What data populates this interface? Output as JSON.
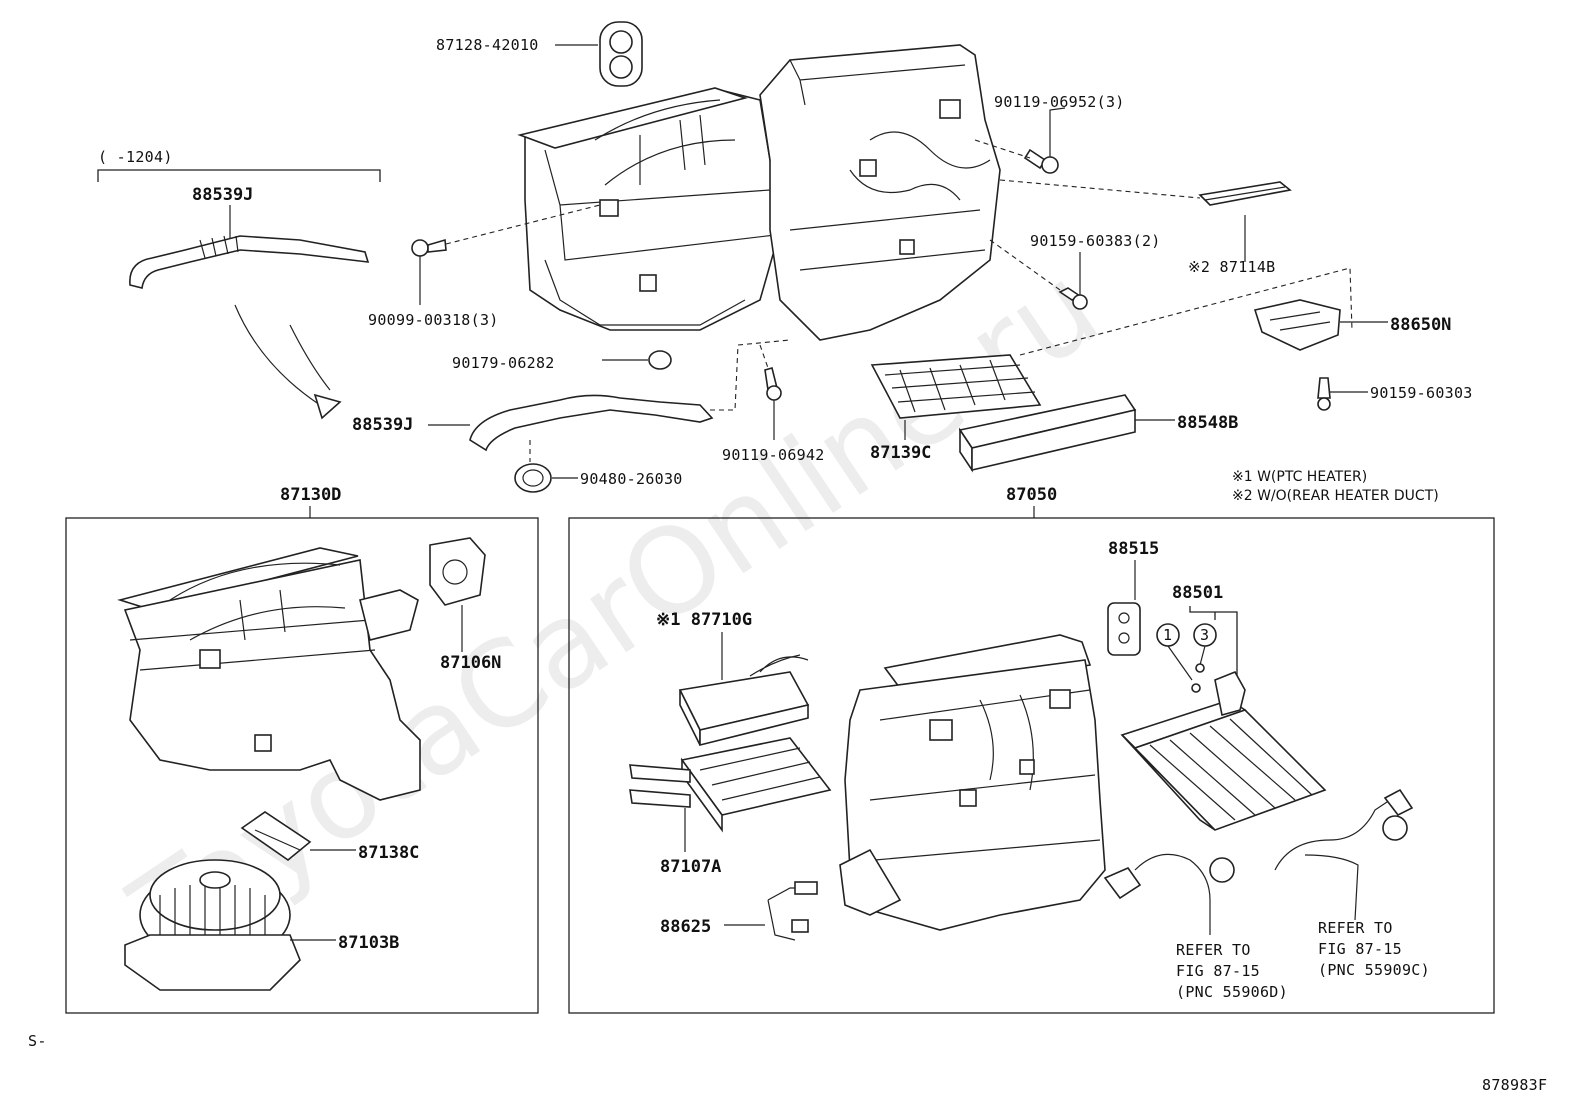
{
  "watermark": "ToyotaCarOnline.ru",
  "footer": {
    "left_code": "S-",
    "figure_id": "878983F"
  },
  "notes": {
    "note1": "※1 W(PTC HEATER)",
    "note2": "※2 W/O(REAR HEATER DUCT)"
  },
  "groups": {
    "hose_variant_range": "(     -1204)",
    "blower_group": "87130D",
    "radiator_group": "87050"
  },
  "labels": {
    "p87128": "87128-42010",
    "p90119a": "90119-06952(3)",
    "p88539j_top": "88539J",
    "p88539j_low": "88539J",
    "p90099": "90099-00318(3)",
    "p90159_2": "90159-60383(2)",
    "p87114b": "※2 87114B",
    "p88650n": "88650N",
    "p90159_603": "90159-60303",
    "p90179": "90179-06282",
    "p90119b": "90119-06942",
    "p87139c": "87139C",
    "p88548b": "88548B",
    "p90480": "90480-26030",
    "p87106n": "87106N",
    "p87138c": "87138C",
    "p87103b": "87103B",
    "p88515": "88515",
    "p88501": "88501",
    "p87710g": "※1 87710G",
    "p87107a": "87107A",
    "p88625": "88625",
    "circle1": "1",
    "circle3": "3"
  },
  "refs": {
    "ref1": [
      "REFER TO",
      "FIG 87-15",
      "(PNC 55906D)"
    ],
    "ref2": [
      "REFER TO",
      "FIG 87-15",
      "(PNC 55909C)"
    ]
  }
}
